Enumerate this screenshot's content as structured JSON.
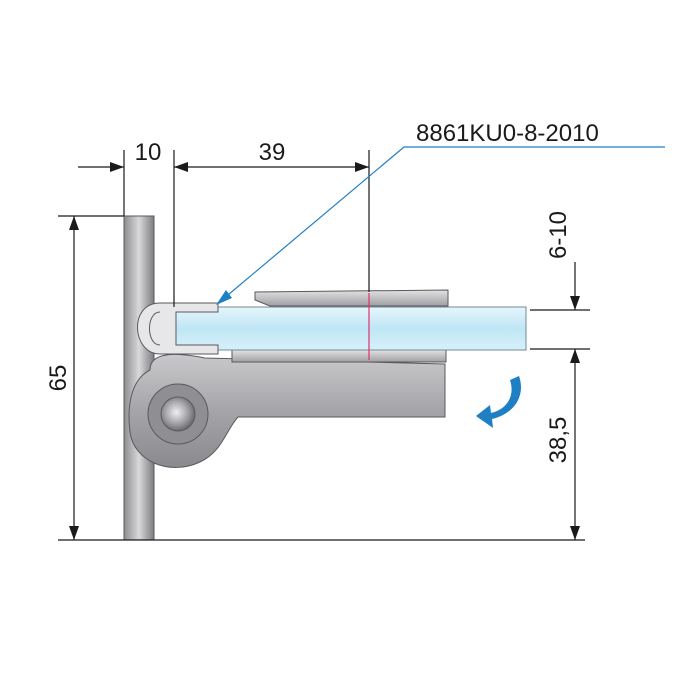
{
  "part_number": "8861KU0-8-2010",
  "dimensions": {
    "wall_plate_width": "10",
    "clamp_depth": "39",
    "glass_thickness": "6-10",
    "height_below_glass": "38,5",
    "total_height": "65"
  },
  "colors": {
    "metal_light": "#d6d6d8",
    "metal_mid": "#a9a9ad",
    "metal_dark": "#6e6e72",
    "glass": "#bfe6f5",
    "rotation_arrow": "#1f7fc4",
    "leader_line": "#1f7fc4",
    "axis_mark": "#e0306a"
  },
  "icons": {
    "rotation": "curved-arrow-icon"
  }
}
